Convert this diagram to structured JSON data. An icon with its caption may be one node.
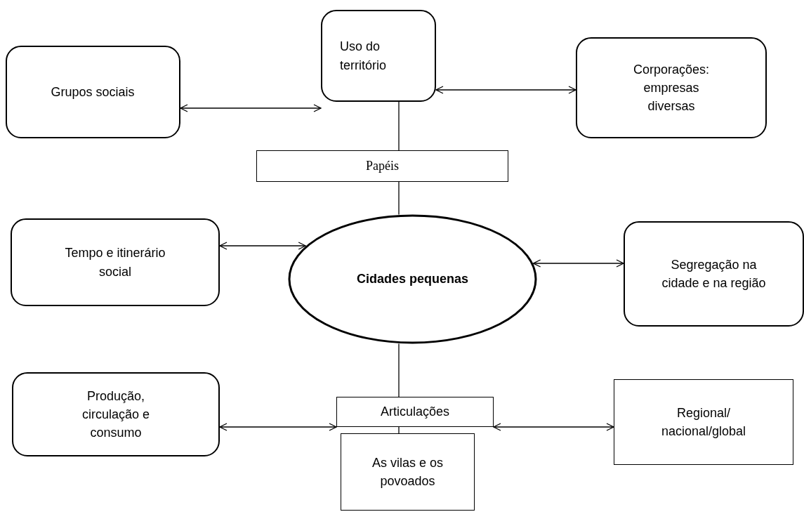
{
  "diagram": {
    "nodes": [
      {
        "text": [
          "Grupos sociais"
        ]
      },
      {
        "text": [
          "Uso do território"
        ]
      },
      {
        "text": [
          "Corporações: empresas diversas"
        ]
      },
      {
        "text": [
          "Papéis"
        ]
      },
      {
        "text": [
          "Tempo e itinerário social"
        ]
      },
      {
        "text": [
          "Cidades pequenas"
        ]
      },
      {
        "text": [
          "Segregação na cidade e na região"
        ]
      },
      {
        "text": [
          "Produção, circulação e consumo"
        ]
      },
      {
        "text": [
          "Articulações"
        ]
      },
      {
        "text": [
          "Regional/ nacional/global"
        ]
      },
      {
        "text": [
          "As vilas e os povoados"
        ]
      }
    ],
    "edges": [
      {
        "from": 0,
        "to": 1,
        "arrow": "both"
      },
      {
        "from": 1,
        "to": 2,
        "arrow": "both"
      },
      {
        "from": 1,
        "to": 3,
        "arrow": "none"
      },
      {
        "from": 3,
        "to": 5,
        "arrow": "none"
      },
      {
        "from": 4,
        "to": 5,
        "arrow": "both"
      },
      {
        "from": 5,
        "to": 6,
        "arrow": "both"
      },
      {
        "from": 5,
        "to": 8,
        "arrow": "none"
      },
      {
        "from": 7,
        "to": 8,
        "arrow": "both"
      },
      {
        "from": 8,
        "to": 9,
        "arrow": "both"
      },
      {
        "from": 8,
        "to": 10,
        "arrow": "none"
      }
    ]
  }
}
